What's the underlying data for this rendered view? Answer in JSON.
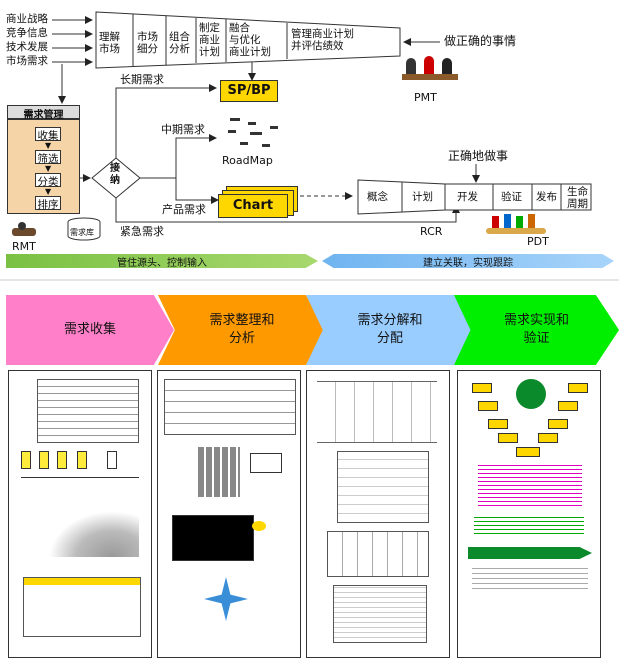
{
  "inputs": [
    "商业战略",
    "竞争信息",
    "技术发展",
    "市场需求"
  ],
  "top_funnel": [
    "理解\n市场",
    "市场\n细分",
    "组合\n分析",
    "制定\n商业\n计划",
    "融合\n与优化\n商业计划",
    "管理商业计划\n并评估绩效"
  ],
  "pmt": {
    "caption": "做正确的事情",
    "name": "PMT"
  },
  "demand_mgmt": {
    "title": "需求管理",
    "steps": [
      "收集",
      "筛选",
      "分类",
      "排序"
    ],
    "db": "需求库",
    "rmt": "RMT"
  },
  "decision": "接\n纳",
  "channels": {
    "long": "长期需求",
    "mid": "中期需求",
    "product": "产品需求",
    "urgent": "紧急需求"
  },
  "targets": {
    "spbp": "SP/BP",
    "roadmap": "RoadMap",
    "chart": "Chart"
  },
  "pdt": {
    "caption": "正确地做事",
    "stages": [
      "概念",
      "计划",
      "开发",
      "验证",
      "发布",
      "生命\n周期"
    ],
    "rcr": "RCR",
    "name": "PDT"
  },
  "bands": {
    "left": "管住源头、控制输入",
    "right": "建立关联，实现跟踪"
  },
  "phases": [
    {
      "label": "需求收集",
      "color": "#ff80c8"
    },
    {
      "label": "需求整理和\n分析",
      "color": "#ff9900"
    },
    {
      "label": "需求分解和\n分配",
      "color": "#99ccff"
    },
    {
      "label": "需求实现和\n验证",
      "color": "#00ee00"
    }
  ]
}
